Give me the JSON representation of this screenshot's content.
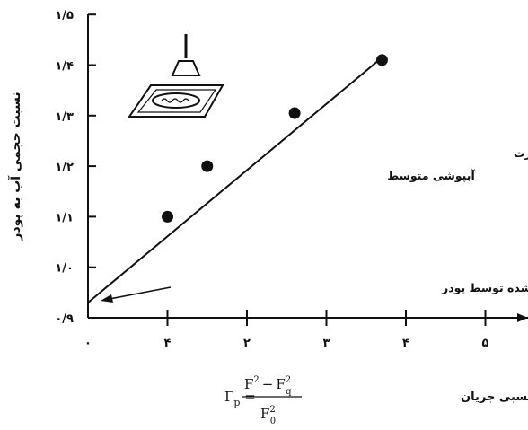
{
  "chart_data": {
    "type": "scatter",
    "ylabel": "نسبت حجمی آب به پودر",
    "xlabel": "مساحت نسبی جریان",
    "formula": {
      "lhs": "Γ",
      "lhs_sub": "p",
      "numerator_a": "F",
      "numerator_a_sup": "2",
      "minus": "−",
      "numerator_b": "F",
      "numerator_b_sub": "q",
      "numerator_b_sup": "2",
      "denominator": "F",
      "denominator_sub": "0",
      "denominator_sup": "2"
    },
    "x_tick_labels": [
      "۰",
      "۴",
      "۲",
      "۳",
      "۴",
      "۵"
    ],
    "x_tick_values": [
      0,
      1,
      2,
      3,
      4,
      5
    ],
    "y_tick_labels": [
      "۰/۹",
      "۱/۰",
      "۱/۱",
      "۱/۲",
      "۱/۳",
      "۱/۴",
      "۱/۵"
    ],
    "y_tick_values": [
      0.9,
      1.0,
      1.1,
      1.2,
      1.3,
      1.4,
      1.5
    ],
    "xlim": [
      0,
      5.6
    ],
    "ylim": [
      0.9,
      1.5
    ],
    "series": [
      {
        "points": [
          {
            "x": 1.0,
            "y": 1.1
          },
          {
            "x": 1.5,
            "y": 1.2
          },
          {
            "x": 2.6,
            "y": 1.305
          },
          {
            "x": 3.7,
            "y": 1.41
          }
        ],
        "fit_line": {
          "x0": 0,
          "y0": 0.93,
          "x1": 3.7,
          "y1": 1.415
        }
      }
    ],
    "annotations": {
      "series_label_line1": "خمیر سیمان پرتلند با حرارت",
      "series_label_line2": "آبپوشی متوسط",
      "intercept_label": "نسبت آب نگه‌داشته‌شده توسط پودر"
    }
  }
}
